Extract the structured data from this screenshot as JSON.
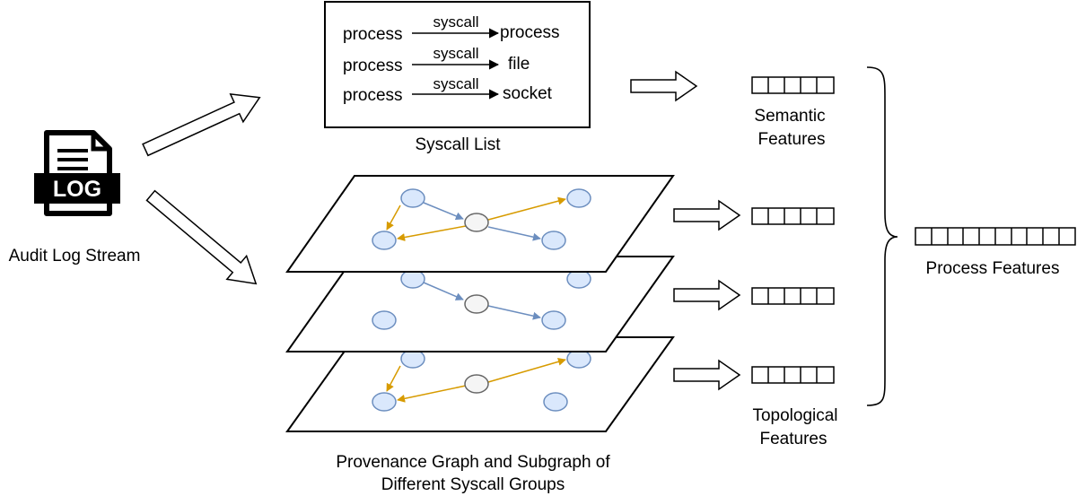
{
  "log_icon": {
    "label": "LOG"
  },
  "source": {
    "label": "Audit Log Stream"
  },
  "syscall_list": {
    "caption": "Syscall List",
    "rows": [
      {
        "subject": "process",
        "edge": "syscall",
        "object": "process"
      },
      {
        "subject": "process",
        "edge": "syscall",
        "object": "file"
      },
      {
        "subject": "process",
        "edge": "syscall",
        "object": "socket"
      }
    ]
  },
  "provenance": {
    "caption_line1": "Provenance Graph and Subgraph of",
    "caption_line2": "Different Syscall Groups"
  },
  "features": {
    "semantic_line1": "Semantic",
    "semantic_line2": "Features",
    "topological_line1": "Topological",
    "topological_line2": "Features",
    "process": "Process Features"
  },
  "colors": {
    "node_fill": "#dae8fc",
    "node_stroke": "#6c8ebf",
    "process_node_fill": "#f5f5f5",
    "process_node_stroke": "#666666",
    "blue_edge": "#6c8ebf",
    "orange_edge": "#d79b00"
  }
}
